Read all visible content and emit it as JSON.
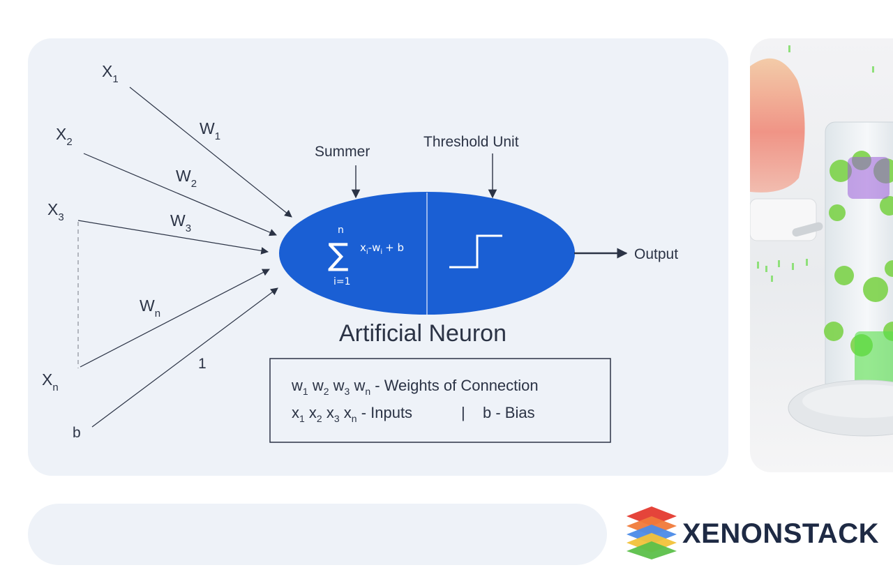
{
  "diagram": {
    "inputs": {
      "x1": {
        "base": "X",
        "sub": "1"
      },
      "x2": {
        "base": "X",
        "sub": "2"
      },
      "x3": {
        "base": "X",
        "sub": "3"
      },
      "xn": {
        "base": "X",
        "sub": "n"
      },
      "b": "b"
    },
    "weights": {
      "w1": {
        "base": "W",
        "sub": "1"
      },
      "w2": {
        "base": "W",
        "sub": "2"
      },
      "w3": {
        "base": "W",
        "sub": "3"
      },
      "wn": {
        "base": "W",
        "sub": "n"
      },
      "bias_weight": "1"
    },
    "summer_label": "Summer",
    "threshold_label": "Threshold Unit",
    "sum": {
      "upper": "n",
      "lower": "i=1",
      "symbol": "∑",
      "term_x": "x",
      "term_sub": "i",
      "mid": "-w",
      "tail": "+ b"
    },
    "output_label": "Output",
    "title": "Artificial Neuron",
    "legend": {
      "line1": {
        "w": "w",
        "s1": "1",
        "s2": "2",
        "s3": "3",
        "sn": "n",
        "text": "- Weights of Connection"
      },
      "line2": {
        "x": "x",
        "s1": "1",
        "s2": "2",
        "s3": "3",
        "sn": "n",
        "text": "- Inputs",
        "sep": "|",
        "bias": "b - Bias"
      }
    }
  },
  "brand": {
    "name": "XENONSTACK"
  },
  "colors": {
    "neuron": "#1a5fd4",
    "card": "#eef2f8",
    "text": "#2b3345"
  }
}
